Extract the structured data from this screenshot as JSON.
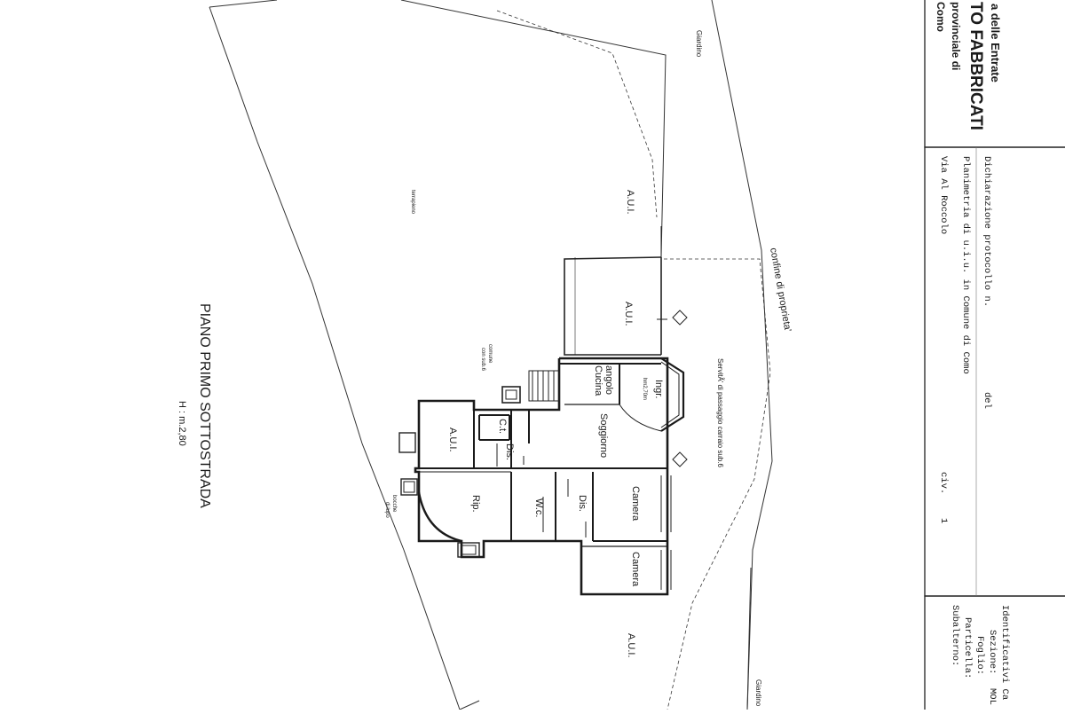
{
  "header": {
    "agency": "a delle Entrate",
    "catasto": "TO FABBRICATI",
    "office": "provinciale di",
    "city": "Como"
  },
  "declaration": {
    "protocol_label": "Dichiarazione protocollo n.",
    "date_label": "del",
    "plan_label": "Planimetria di u.i.u. in Comune di Como",
    "address": "Via Al Roccolo",
    "civ_label": "civ.",
    "civ_value": "1"
  },
  "identifiers": {
    "title": "Identificativi Ca",
    "sezione_label": "Sezione:",
    "sezione_value": "MOL",
    "foglio_label": "Foglio:",
    "particella_label": "Particella:",
    "subalterno_label": "Subalterno:"
  },
  "plan": {
    "title": "PIANO PRIMO SOTTOSTRADA",
    "height": "H : m.2,80",
    "rooms": {
      "aui_outer_top": "A.U.I.",
      "aui_court": "A.U.I.",
      "aui_left": "A.U.I.",
      "aui_bottom": "A.U.I.",
      "angolo": "angolo",
      "cucina": "Cucina",
      "ingr": "Ingr.",
      "ingr_height": "hm2,70m",
      "soggiorno": "Soggiorno",
      "ct": "C.t.",
      "dis_1": "Dis.",
      "dis_2": "Dis.",
      "rip": "Rip.",
      "wc": "W.c.",
      "camera_1": "Camera",
      "camera_2": "Camera"
    },
    "labels": {
      "giardino_top": "Giardino",
      "giardino_bottom": "Giardino",
      "terrapieno": "terrapieno",
      "confine": "confine di proprieta'",
      "servitu": "ServitÃ' di passaggio carraio sub.6",
      "comune_1": "comune",
      "comune_2": "con sub.6",
      "bocche_1": "bocche",
      "bocche_2": "di lupo"
    }
  }
}
